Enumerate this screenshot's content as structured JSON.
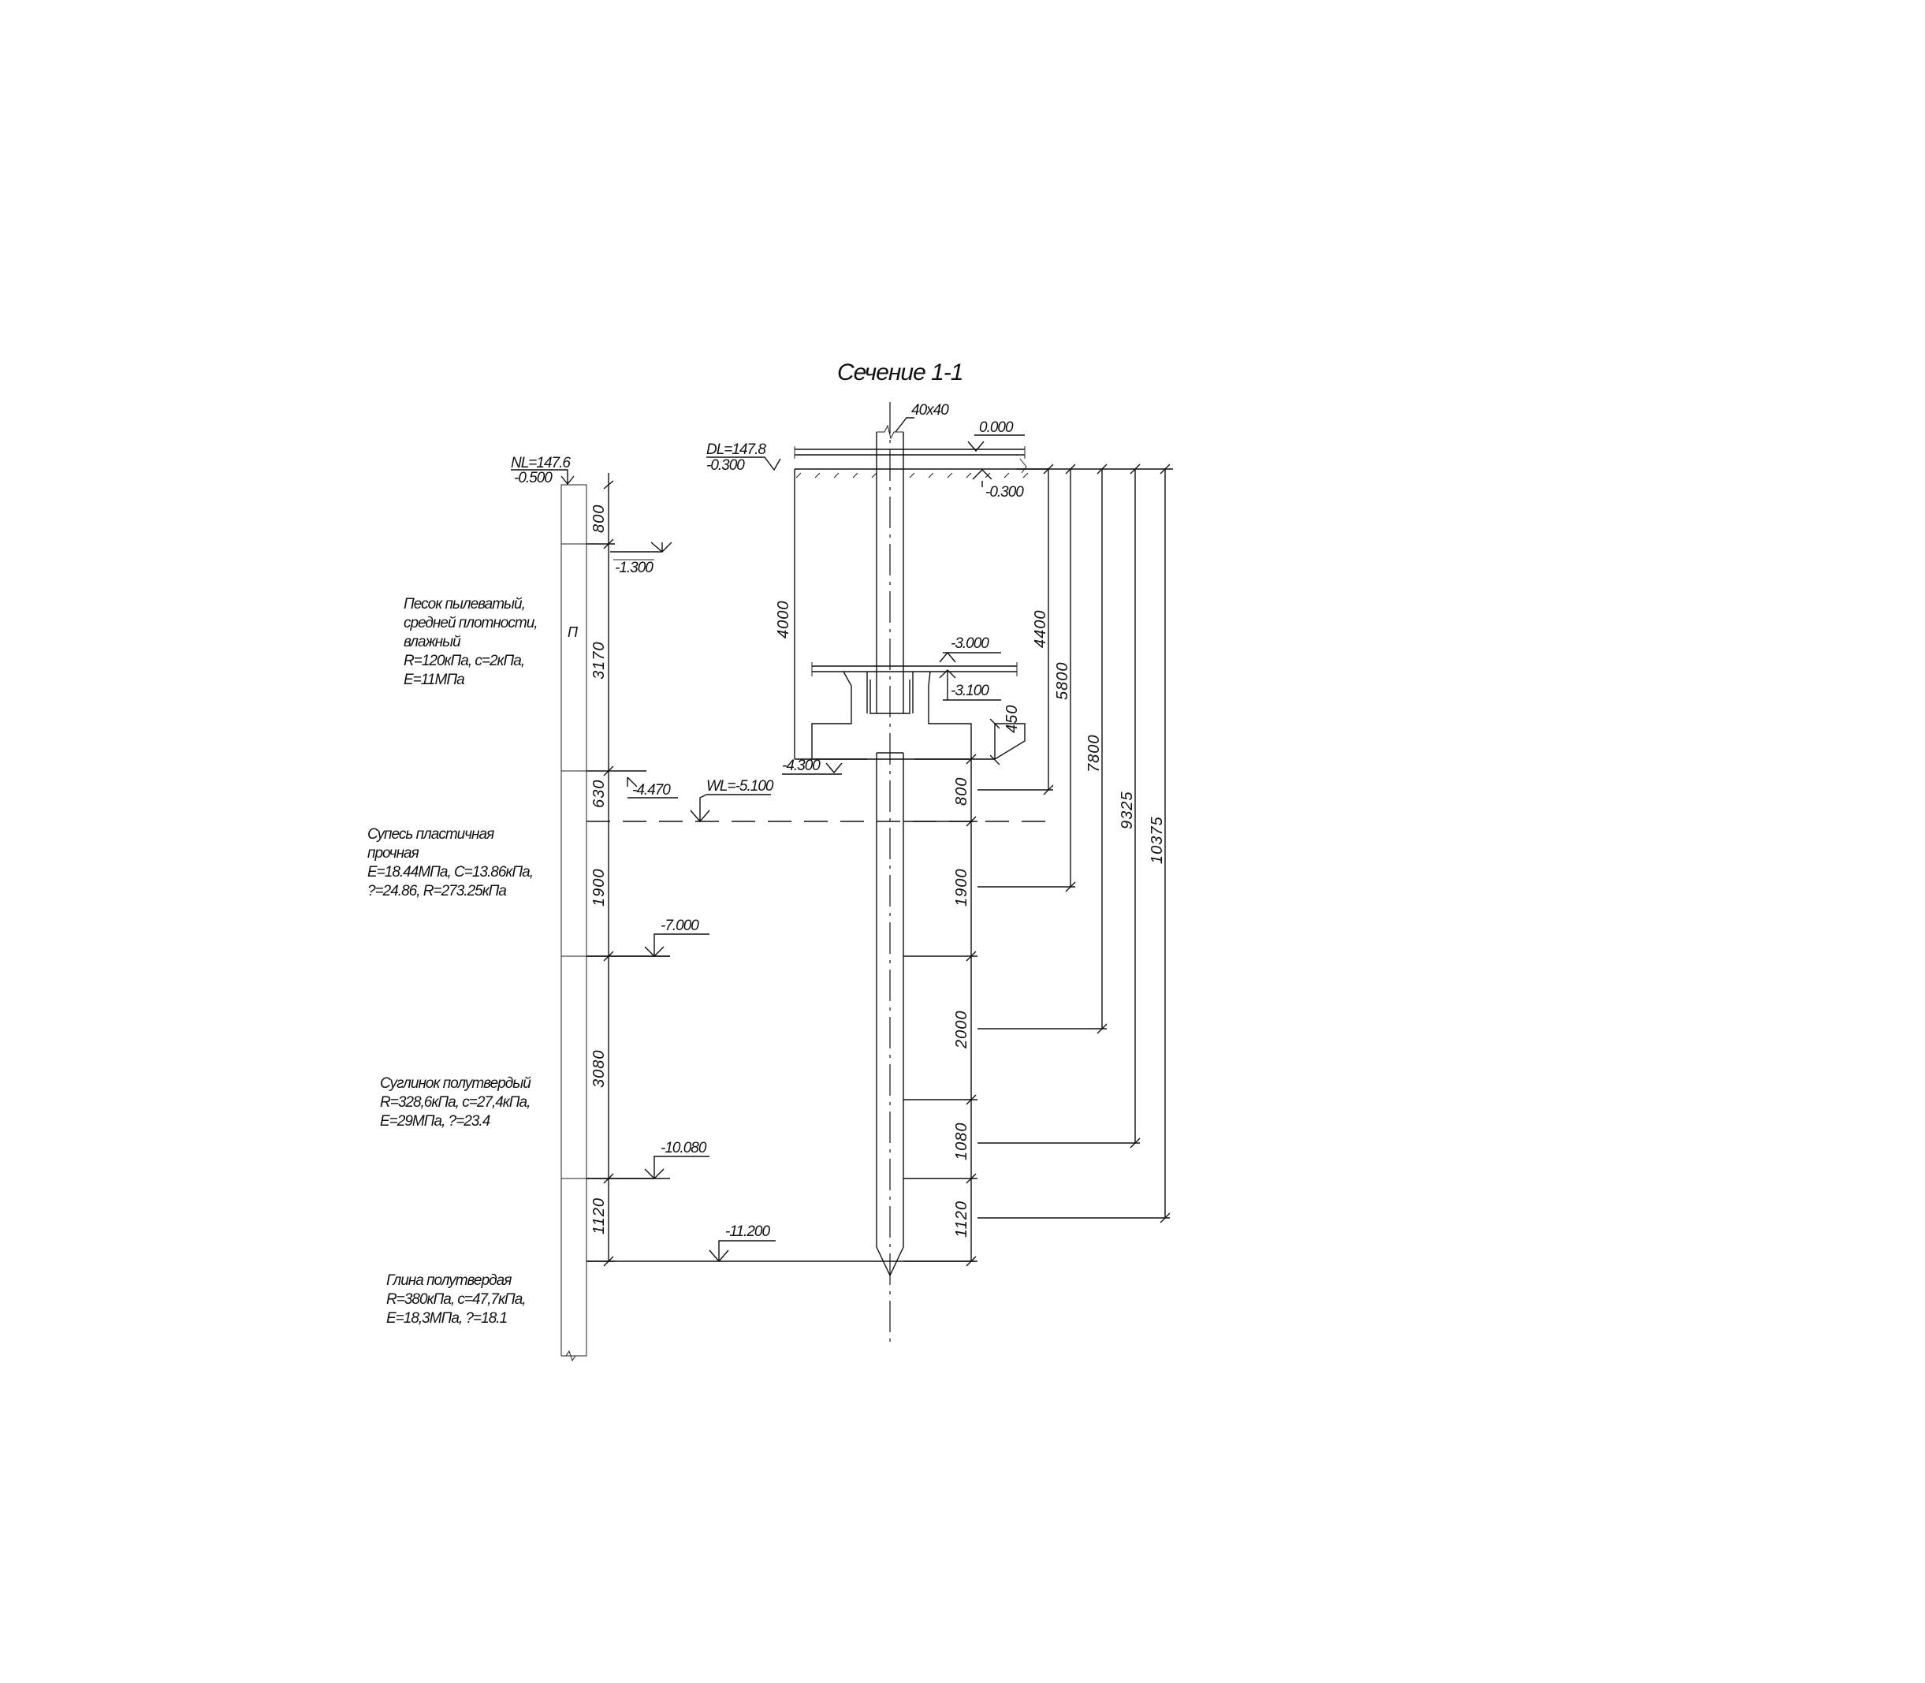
{
  "title": "Сечение 1-1",
  "pile_section": "40x40",
  "top": {
    "dl": "DL=147.8",
    "dl_level": "-0.300",
    "zero": "0.000",
    "ground_right": "-0.300"
  },
  "nl": {
    "label": "NL=147.6",
    "level": "-0.500"
  },
  "levels": {
    "l1300": "-1.300",
    "l3000": "-3.000",
    "l3100": "-3.100",
    "l4300": "-4.300",
    "l4470": "-4.470",
    "wl": "WL=-5.100",
    "l7000": "-7.000",
    "l10080": "-10.080",
    "l11200": "-11.200"
  },
  "left_dims": [
    "800",
    "3170",
    "630",
    "1900",
    "3080",
    "1120"
  ],
  "pile_dims": [
    "800",
    "1900",
    "2000",
    "1080",
    "1120"
  ],
  "right_dims": [
    "4400",
    "5800",
    "7800",
    "9325",
    "10375"
  ],
  "cap_dims": {
    "height": "4000",
    "step": "450"
  },
  "soil_layer_marker": "П",
  "soils": [
    {
      "lines": [
        "Песок пылеватый,",
        "средней плотности,",
        "влажный",
        "R=120кПа, c=2кПа,",
        "E=11МПа"
      ]
    },
    {
      "lines": [
        "Супесь пластичная",
        "прочная",
        "E=18.44МПа, C=13.86кПа,",
        "?=24.86, R=273.25кПа"
      ]
    },
    {
      "lines": [
        "Суглинок полутвердый",
        "R=328,6кПа, c=27,4кПа,",
        "E=29МПа, ?=23.4"
      ]
    },
    {
      "lines": [
        "Глина полутвердая",
        "R=380кПа, c=47,7кПа,",
        "E=18,3МПа, ?=18.1"
      ]
    }
  ]
}
